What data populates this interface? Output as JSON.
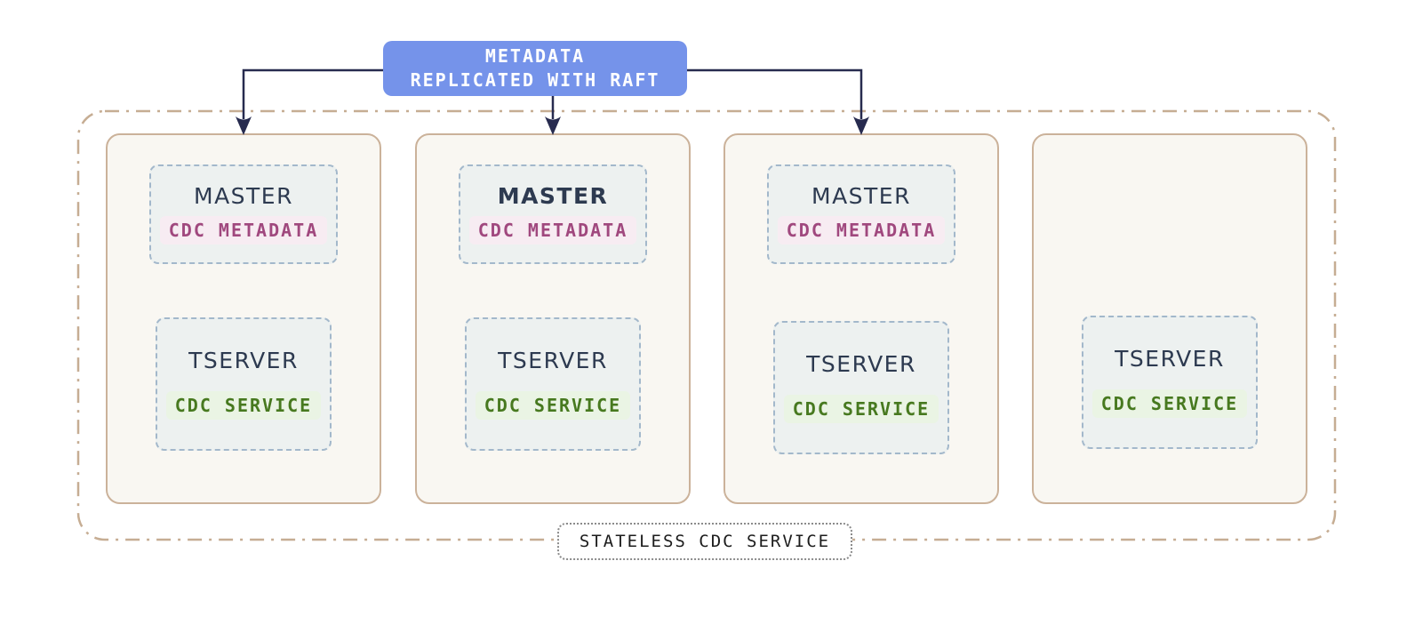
{
  "diagram": {
    "title_box": {
      "line1": "METADATA",
      "line2": "REPLICATED WITH RAFT"
    },
    "container_label": "STATELESS CDC SERVICE",
    "nodes": [
      {
        "master_label": "MASTER",
        "master_tag": "CDC METADATA",
        "master_leader": false,
        "tserver_label": "TSERVER",
        "tserver_tag": "CDC SERVICE"
      },
      {
        "master_label": "MASTER",
        "master_tag": "CDC METADATA",
        "master_leader": true,
        "tserver_label": "TSERVER",
        "tserver_tag": "CDC SERVICE"
      },
      {
        "master_label": "MASTER",
        "master_tag": "CDC METADATA",
        "master_leader": false,
        "tserver_label": "TSERVER",
        "tserver_tag": "CDC SERVICE"
      },
      {
        "tserver_label": "TSERVER",
        "tserver_tag": "CDC SERVICE"
      }
    ],
    "colors": {
      "title_bg": "#7593ea",
      "title_text": "#ffffff",
      "arrow": "#272b4f",
      "node_border": "#cbb29a",
      "node_bg": "#f9f7f2",
      "inner_border": "#a3b8cb",
      "inner_bg": "#edf1f0",
      "process_text": "#2d3a50",
      "metadata_text": "#a0487e",
      "metadata_bg": "#f7ecf2",
      "service_text": "#47791f",
      "service_bg": "#eaf4e4",
      "outer_border": "#c6ad93",
      "label_text": "#1c1c1c"
    }
  }
}
